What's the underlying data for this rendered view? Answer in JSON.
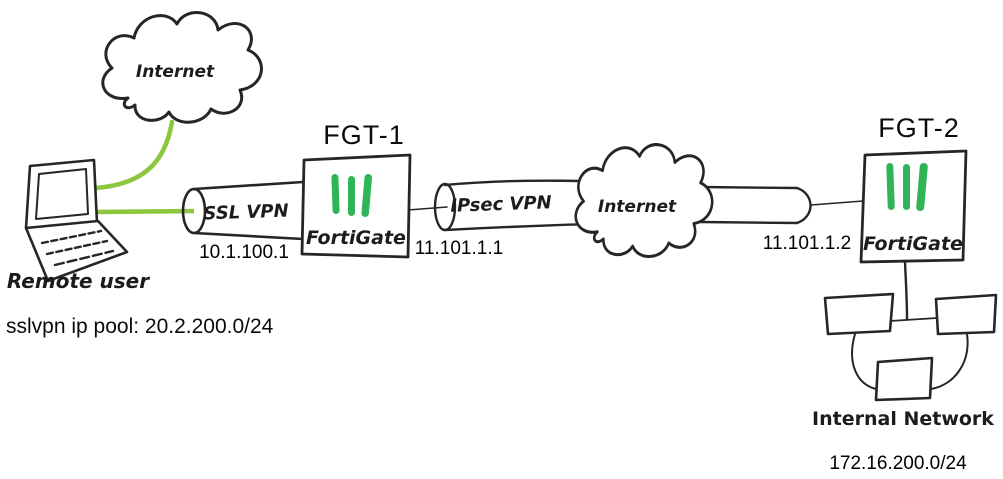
{
  "diagram": {
    "colors": {
      "link_green": "#8dc63f",
      "forti_green": "#2fb457",
      "ink": "#262626"
    },
    "internet_cloud_left": {
      "label": "Internet"
    },
    "internet_cloud_middle": {
      "label": "Internet"
    },
    "remote_user": {
      "label": "Remote user"
    },
    "ssl_tunnel": {
      "label": "SSL VPN"
    },
    "ipsec_tunnel": {
      "label": "IPsec VPN"
    },
    "fgt1": {
      "name": "FGT-1",
      "brand": "FortiGate",
      "ssl_vpn_ip": "10.1.100.1",
      "wan_ip": "11.101.1.1"
    },
    "fgt2": {
      "name": "FGT-2",
      "brand": "FortiGate",
      "wan_ip": "11.101.1.2"
    },
    "internal_network": {
      "label": "Internal Network",
      "subnet": "172.16.200.0/24"
    },
    "sslvpn_pool_note": "sslvpn ip pool: 20.2.200.0/24"
  }
}
